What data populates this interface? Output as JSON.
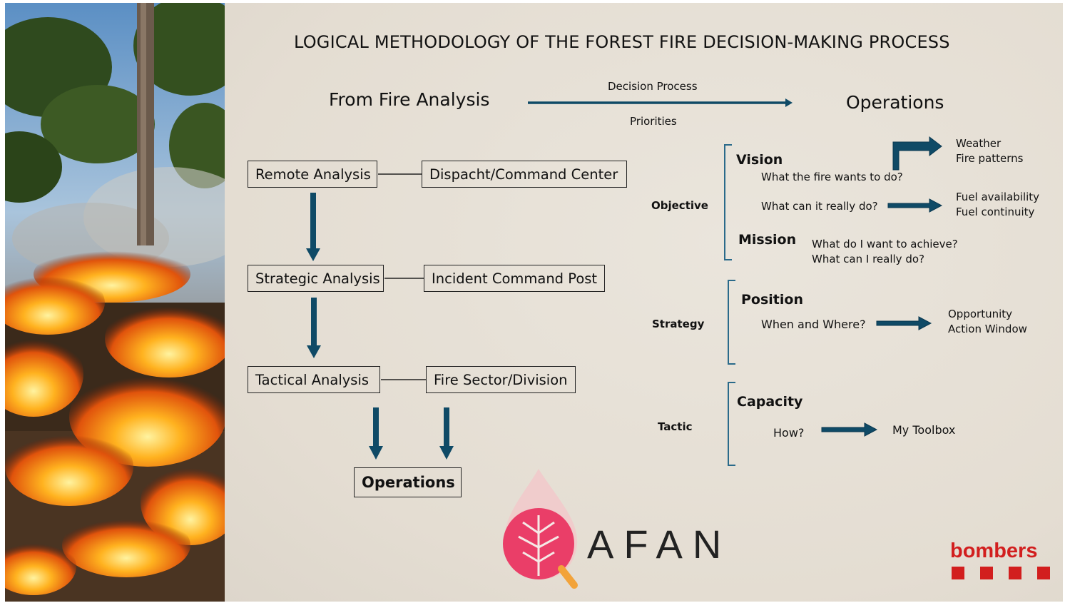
{
  "title": "LOGICAL METHODOLOGY OF THE FOREST FIRE DECISION-MAKING PROCESS",
  "flow": {
    "from": "From Fire Analysis",
    "above_arrow": "Decision Process",
    "below_arrow": "Priorities",
    "to": "Operations"
  },
  "left_chart": {
    "rows": [
      {
        "analysis": "Remote Analysis",
        "location": "Dispacht/Command Center"
      },
      {
        "analysis": "Strategic Analysis",
        "location": "Incident Command Post"
      },
      {
        "analysis": "Tactical  Analysis",
        "location": "Fire Sector/Division"
      }
    ],
    "result": "Operations"
  },
  "objective": {
    "label": "Objective",
    "vision": {
      "heading": "Vision",
      "q1": "What the fire wants to do?",
      "q1_results": [
        "Weather",
        "Fire patterns"
      ],
      "q2": "What can it really do?",
      "q2_results": [
        "Fuel availability",
        "Fuel continuity"
      ]
    },
    "mission": {
      "heading": "Mission",
      "q1": "What do I want to achieve?",
      "q2": "What can I really do?"
    }
  },
  "strategy": {
    "label": "Strategy",
    "heading": "Position",
    "question": "When and Where?",
    "results": [
      "Opportunity",
      "Action Window"
    ]
  },
  "tactic": {
    "label": "Tactic",
    "heading": "Capacity",
    "question": "How?",
    "result": "My Toolbox"
  },
  "logos": {
    "afan": "AFAN",
    "bombers": "bombers"
  },
  "colors": {
    "arrow": "#0f4a66",
    "background": "#e8e2d8",
    "bombers_red": "#d21e1e",
    "afan_pink": "#e8406a"
  }
}
